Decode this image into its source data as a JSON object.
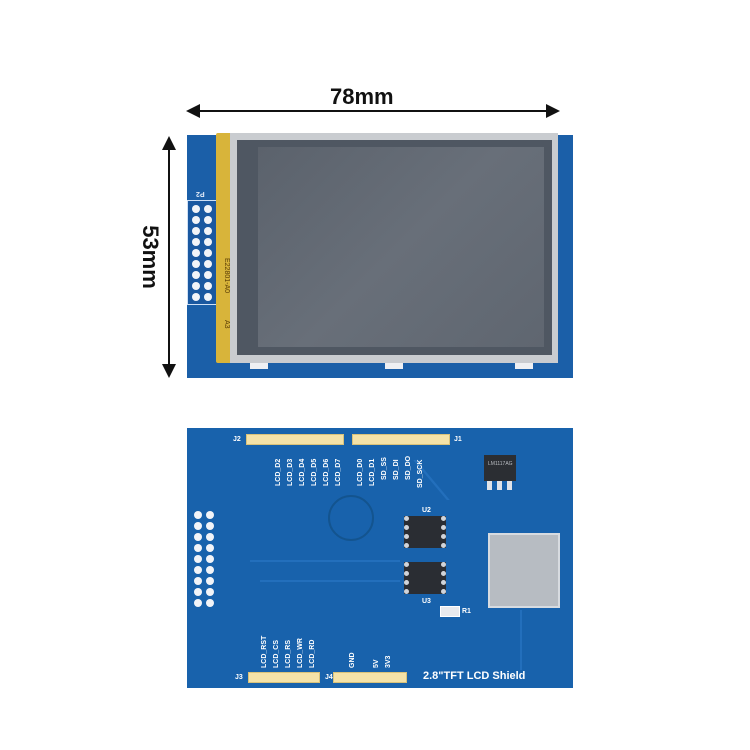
{
  "dimensions": {
    "width_label": "78mm",
    "height_label": "53mm"
  },
  "top_view": {
    "header_label": "P2",
    "flex_text": "E22801-A0",
    "flex_mark": "A3",
    "header_pins": 18
  },
  "bottom_view": {
    "title": "2.8\"TFT LCD Shield",
    "headers": {
      "j1": "J1",
      "j2": "J2",
      "j3": "J3",
      "j4": "J4"
    },
    "j2_pins": [
      "LCD_D2",
      "LCD_D3",
      "LCD_D4",
      "LCD_D5",
      "LCD_D6",
      "LCD_D7"
    ],
    "j1_pins": [
      "LCD_D0",
      "LCD_D1",
      "SD_SS",
      "SD_DI",
      "SD_DO",
      "SD_SCK"
    ],
    "j3_pins": [
      "LCD_RST",
      "LCD_CS",
      "LCD_RS",
      "LCD_WR",
      "LCD_RD"
    ],
    "j4_pins": [
      "GND",
      "5V",
      "3V3"
    ],
    "chips": {
      "u2": "U2",
      "u3": "U3",
      "r1": "R1",
      "regulator": "LM1117AG"
    }
  },
  "colors": {
    "pcb_blue": "#1862ac",
    "header_yellow": "#f4e2a8",
    "screen_gray": "#5b626c",
    "flex_gold": "#d8b43a"
  }
}
